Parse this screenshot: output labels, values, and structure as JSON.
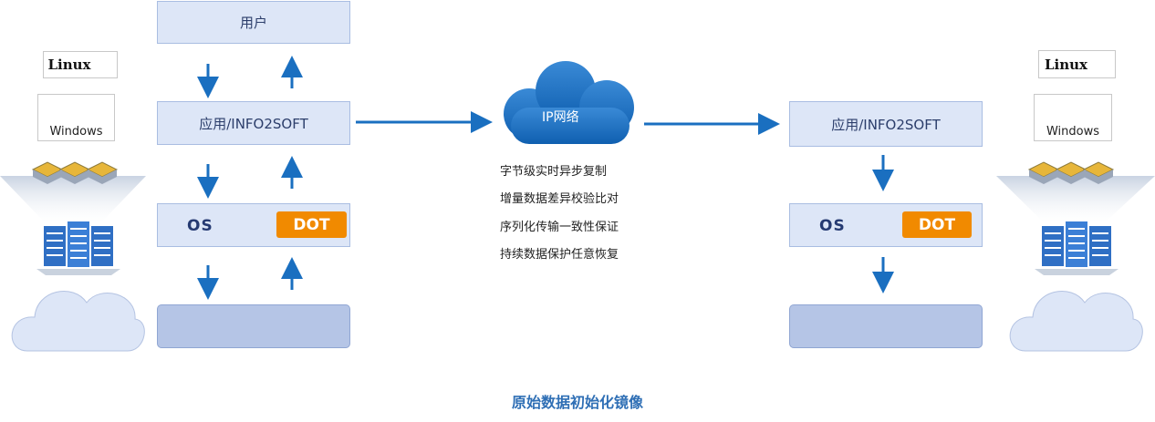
{
  "source": {
    "user_label": "用户",
    "app_label": "应用/INFO2SOFT",
    "os_label": "OS",
    "dot_label": "DOT"
  },
  "network": {
    "cloud_label": "IP网络",
    "features": [
      "字节级实时异步复制",
      "增量数据差异校验比对",
      "序列化传输一致性保证",
      "持续数据保护任意恢复"
    ]
  },
  "target": {
    "app_label": "应用/INFO2SOFT",
    "os_label": "OS",
    "dot_label": "DOT"
  },
  "logos": {
    "linux": "Linux",
    "windows": "Windows"
  },
  "caption": "原始数据初始化镜像",
  "colors": {
    "arrow": "#1a6fc0",
    "box_fill": "#dde6f7",
    "dot_orange": "#f18a00",
    "cloud_blue": "#1d72c4",
    "caption": "#2f6fb5"
  }
}
